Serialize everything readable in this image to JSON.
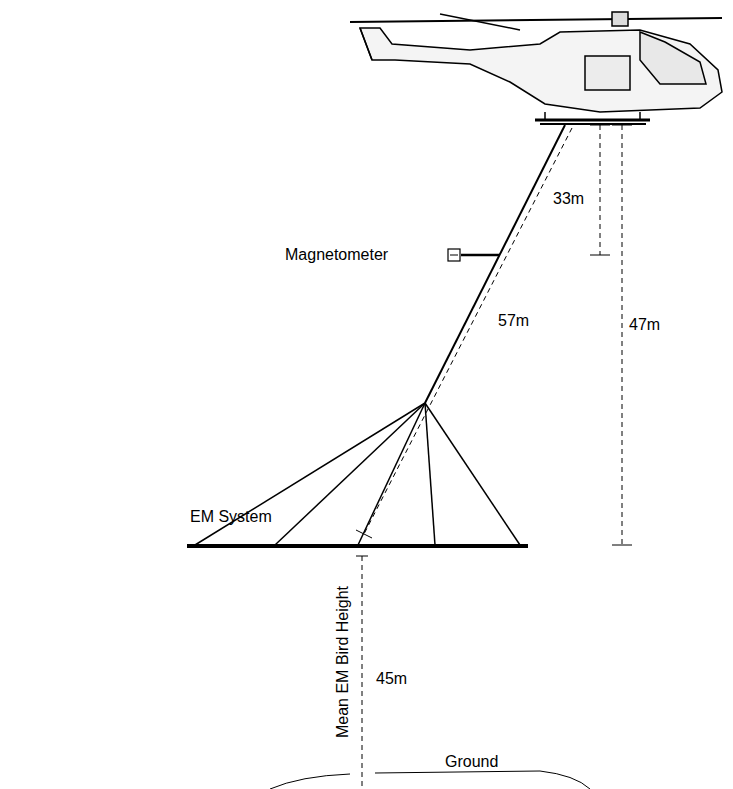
{
  "diagram": {
    "labels": [
      "33m",
      "Magnetometer",
      "57m",
      "47m",
      "EM System",
      "Mean EM Bird Height",
      "45m",
      "Ground"
    ]
  }
}
